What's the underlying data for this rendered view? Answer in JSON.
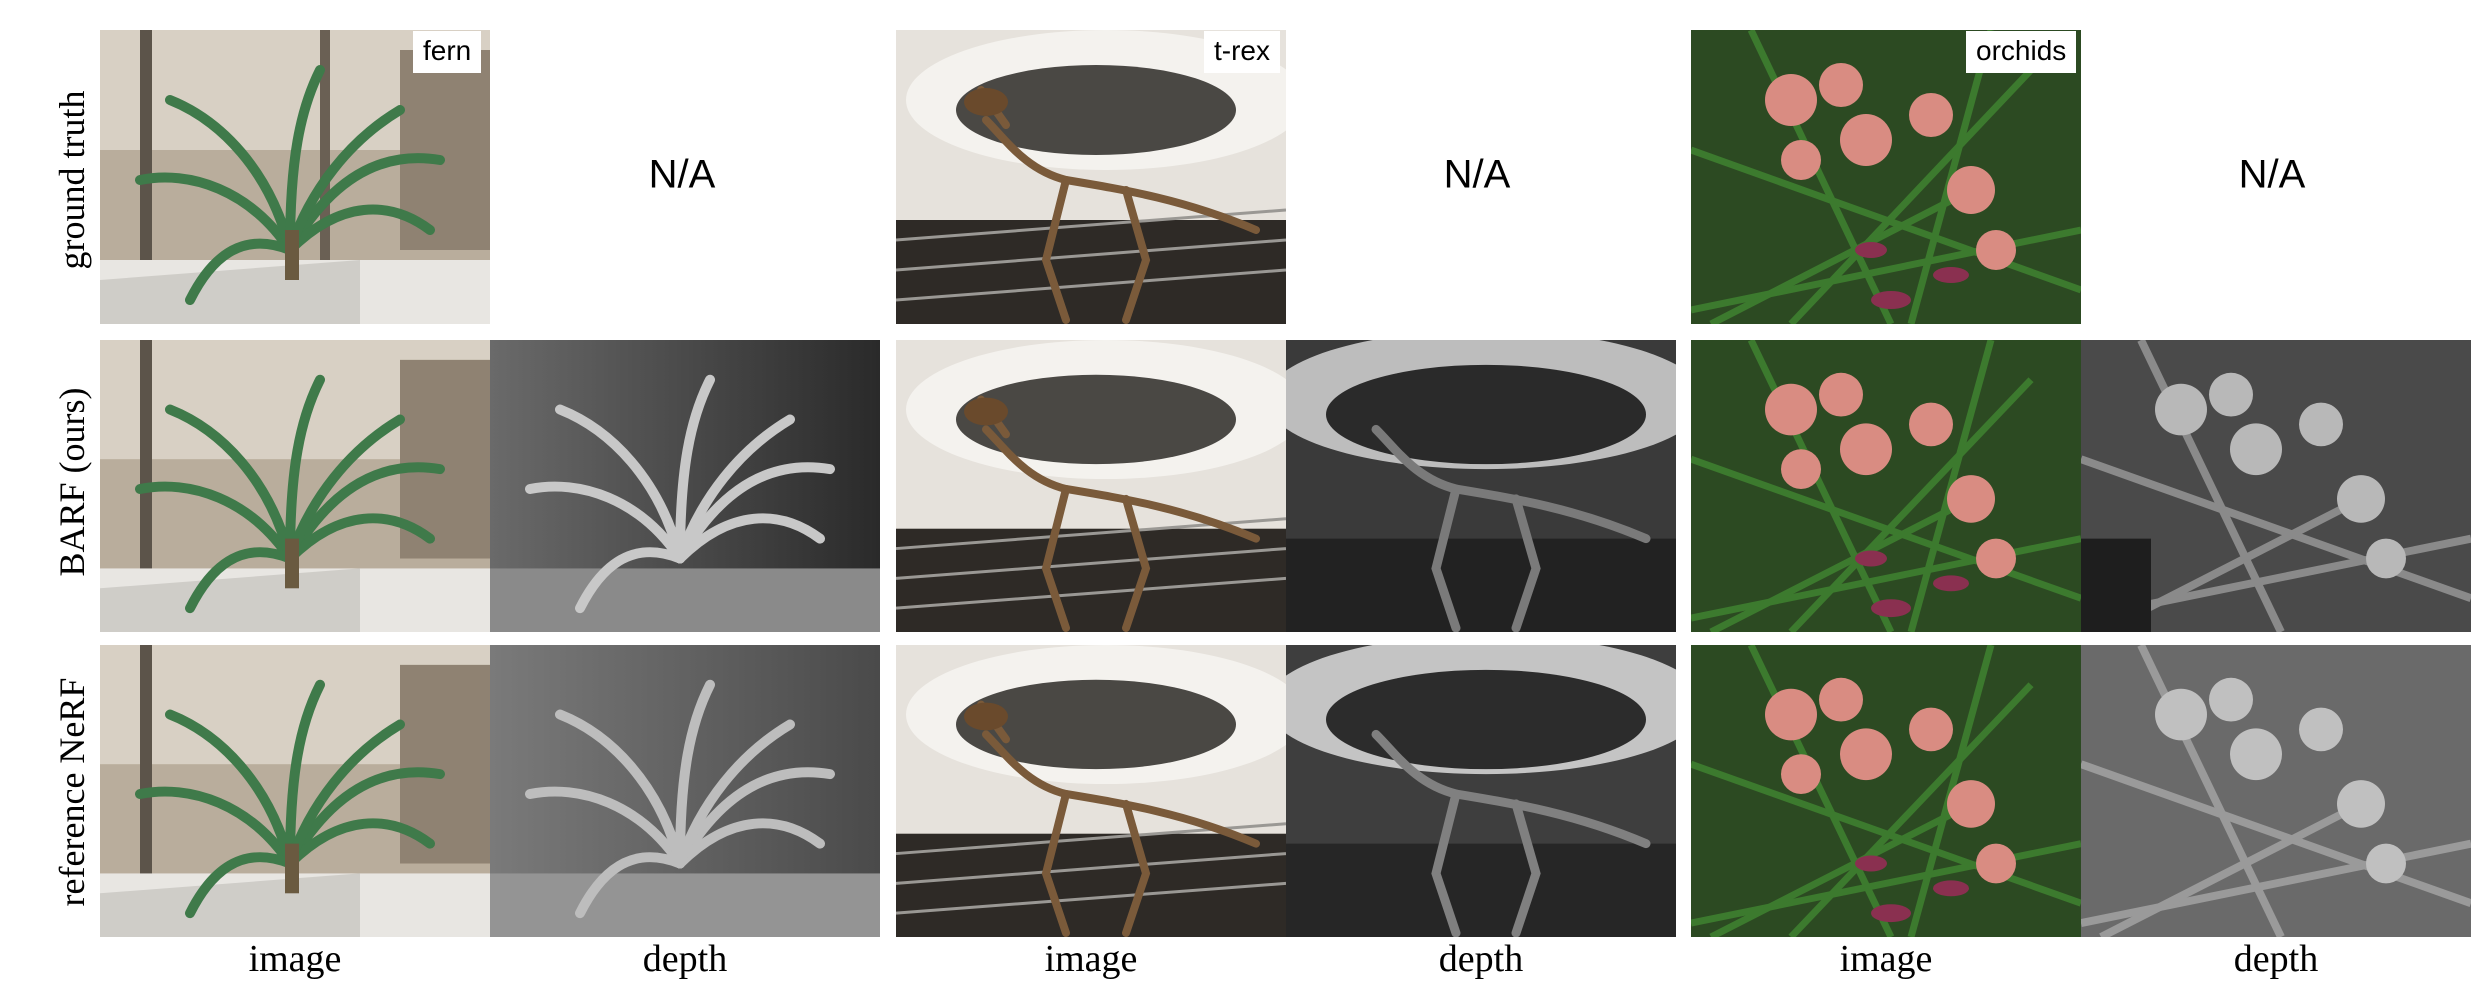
{
  "rows": [
    {
      "label": "ground truth"
    },
    {
      "label": "BARF (ours)"
    },
    {
      "label": "reference NeRF"
    }
  ],
  "columns": [
    {
      "label": "image"
    },
    {
      "label": "depth"
    },
    {
      "label": "image"
    },
    {
      "label": "depth"
    },
    {
      "label": "image"
    },
    {
      "label": "depth"
    }
  ],
  "scenes": [
    {
      "name": "fern"
    },
    {
      "name": "t-rex"
    },
    {
      "name": "orchids"
    }
  ],
  "na_text": "N/A",
  "colors": {
    "background": "#ffffff",
    "fern_foliage": "#3f7a4a",
    "trex_bone": "#7a5a3a",
    "orchid_petal": "#d98c82",
    "orchid_leaf": "#3c7a2e",
    "depth_dark": "#1e1e1e",
    "depth_light": "#c8c8c8"
  }
}
